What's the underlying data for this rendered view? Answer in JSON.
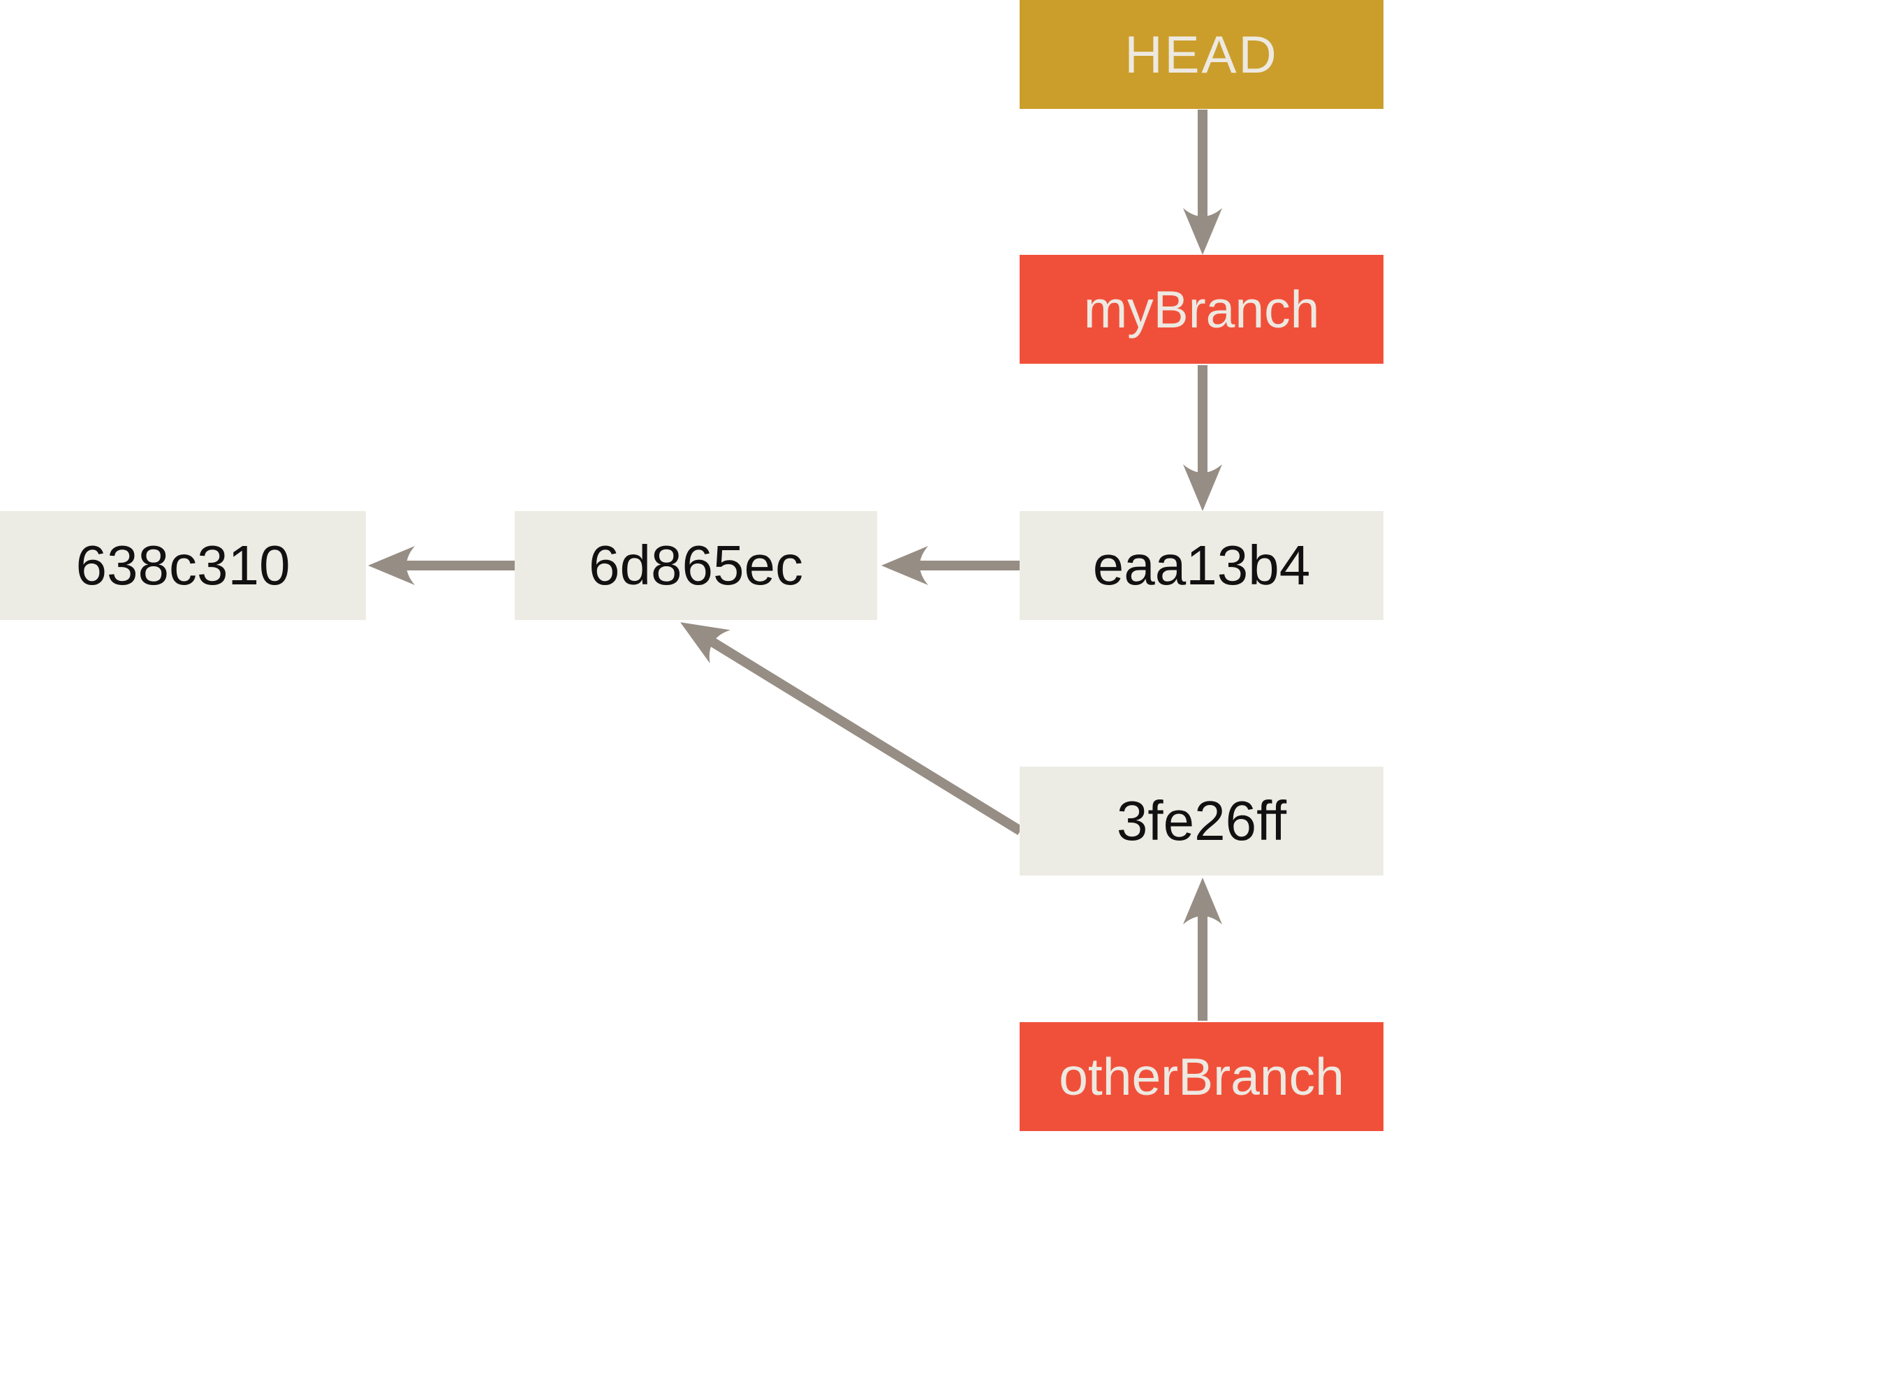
{
  "diagram": {
    "kind": "git-commit-graph",
    "colors": {
      "background": "#FFFFFF",
      "head_box": "#CB9E2B",
      "branch_box": "#F0503A",
      "commit_box": "#EDECE4",
      "arrow": "#968D84",
      "commit_text": "#111111",
      "label_text": "#EDE9E1"
    },
    "nodes": [
      {
        "id": "head",
        "type": "head-pointer",
        "label": "HEAD"
      },
      {
        "id": "myBranch",
        "type": "branch",
        "label": "myBranch"
      },
      {
        "id": "eaa13b4",
        "type": "commit",
        "label": "eaa13b4"
      },
      {
        "id": "6d865ec",
        "type": "commit",
        "label": "6d865ec"
      },
      {
        "id": "638c310",
        "type": "commit",
        "label": "638c310"
      },
      {
        "id": "3fe26ff",
        "type": "commit",
        "label": "3fe26ff"
      },
      {
        "id": "otherBranch",
        "type": "branch",
        "label": "otherBranch"
      }
    ],
    "edges": [
      {
        "from": "HEAD",
        "to": "myBranch"
      },
      {
        "from": "myBranch",
        "to": "eaa13b4"
      },
      {
        "from": "eaa13b4",
        "to": "6d865ec"
      },
      {
        "from": "6d865ec",
        "to": "638c310"
      },
      {
        "from": "3fe26ff",
        "to": "6d865ec"
      },
      {
        "from": "otherBranch",
        "to": "3fe26ff"
      }
    ]
  }
}
